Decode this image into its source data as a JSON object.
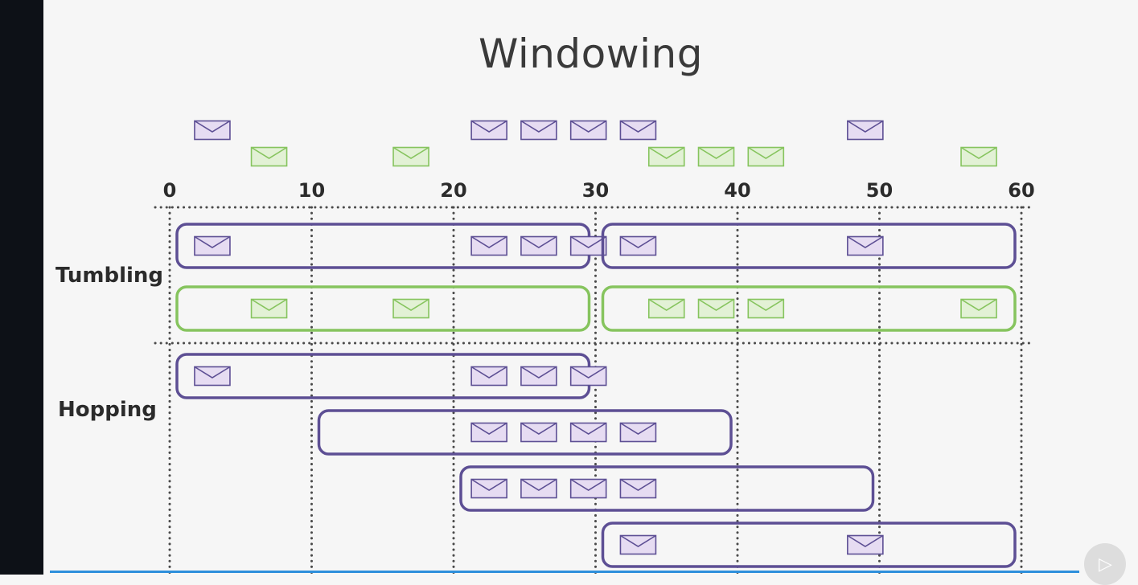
{
  "title": "Windowing",
  "labels": {
    "tumbling": "Tumbling",
    "hopping": "Hopping"
  },
  "axis": {
    "min": 0,
    "max": 60,
    "ticks": [
      "0",
      "10",
      "20",
      "30",
      "40",
      "50",
      "60"
    ]
  },
  "colors": {
    "purple": "#5d4f94",
    "purple_fill": "#e6dcf2",
    "green": "#86c45e",
    "green_fill": "#e2f1d5",
    "dots": "#4a4a4a"
  },
  "events": {
    "purple": [
      3,
      22.5,
      26,
      29.5,
      33,
      49
    ],
    "green": [
      7,
      17,
      35,
      38.5,
      42,
      57
    ]
  },
  "windows": {
    "tumbling_purple": [
      [
        0,
        30,
        [
          3,
          22.5,
          26,
          29.5
        ]
      ],
      [
        30,
        60,
        [
          33,
          49
        ]
      ]
    ],
    "tumbling_green": [
      [
        0,
        30,
        [
          7,
          17
        ]
      ],
      [
        30,
        60,
        [
          35,
          38.5,
          42,
          57
        ]
      ]
    ],
    "hopping": [
      [
        0,
        30,
        [
          3,
          22.5,
          26,
          29.5
        ]
      ],
      [
        10,
        40,
        [
          22.5,
          26,
          29.5,
          33
        ]
      ],
      [
        20,
        50,
        [
          22.5,
          26,
          29.5,
          33
        ]
      ],
      [
        30,
        60,
        [
          33,
          49
        ]
      ]
    ]
  },
  "play_icon": "play-icon"
}
